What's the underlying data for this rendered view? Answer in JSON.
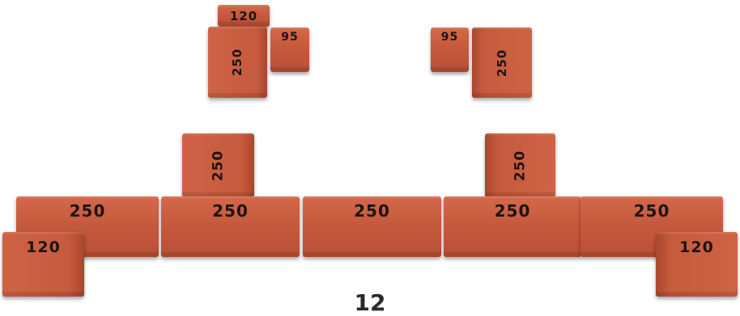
{
  "bricks": {
    "b120_top": "120",
    "b250_top_left": "250",
    "b95_left": "95",
    "b95_right": "95",
    "b250_top_right": "250",
    "b250_vert_left": "250",
    "b250_vert_right": "250",
    "b250_row_1": "250",
    "b250_row_2": "250",
    "b250_row_3": "250",
    "b250_row_4": "250",
    "b250_row_5": "250",
    "b120_bottom_left": "120",
    "b120_bottom_right": "120"
  },
  "page_number": "12",
  "colors": {
    "brick": "#c65a3d",
    "brick_dark": "#a9472e",
    "text": "#1b1412"
  }
}
